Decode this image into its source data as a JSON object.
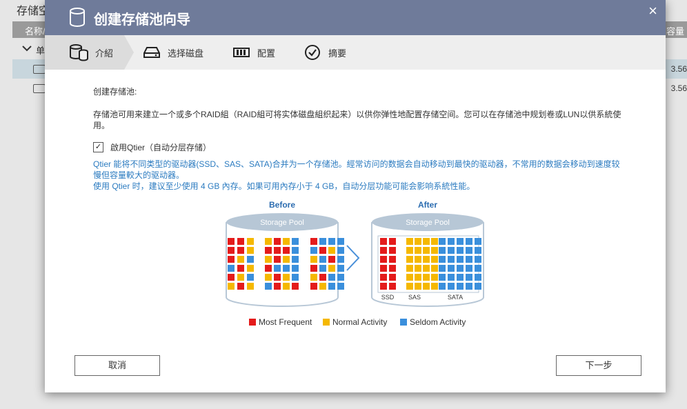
{
  "background": {
    "title": "存储空",
    "column_name": "名称/",
    "column_capacity": "容量",
    "group_label": "单",
    "rows": [
      {
        "value": "3.56"
      },
      {
        "value": "3.56"
      }
    ]
  },
  "dialog": {
    "title": "创建存储池向导",
    "close_glyph": "×",
    "steps": [
      {
        "label": "介紹",
        "icon": "database-icon",
        "active": true
      },
      {
        "label": "选择磁盘",
        "icon": "disk-drive-icon",
        "active": false
      },
      {
        "label": "配置",
        "icon": "raid-config-icon",
        "active": false
      },
      {
        "label": "摘要",
        "icon": "check-circle-icon",
        "active": false
      }
    ],
    "heading": "创建存储池:",
    "description": "存储池可用来建立一个或多个RAID組（RAID組可将实体磁盘組织起来）以供你弹性地配置存储空间。您可以在存储池中规划卷或LUN以供系統使用。",
    "qtier_checkbox_label": "啟用Qtier（自动分层存储）",
    "qtier_checked": true,
    "info_line1": "Qtier 能将不同类型的驱动器(SSD、SAS、SATA)合并为一个存储池。經常访问的数据会自动移动到最快的驱动器，不常用的数据会移动到速度较慢但容量較大的驱动器。",
    "info_line2": "使用 Qtier 时，建议至少使用 4 GB 內存。如果可用內存小于 4 GB，自动分层功能可能会影响系統性能。",
    "cancel_label": "取消",
    "next_label": "下一步"
  },
  "diagram": {
    "before_label": "Before",
    "after_label": "After",
    "pool_label": "Storage Pool",
    "tier_labels": [
      "SSD",
      "SAS",
      "SATA"
    ],
    "legend": [
      {
        "label": "Most Frequent",
        "color": "#e41b1b"
      },
      {
        "label": "Normal Activity",
        "color": "#f5b800"
      },
      {
        "label": "Seldom Activity",
        "color": "#3a8fdc"
      }
    ],
    "colors": {
      "accent_blue": "#2b6cb0",
      "cylinder_top": "#b7c7d6",
      "arrow": "#4a90d9"
    }
  }
}
